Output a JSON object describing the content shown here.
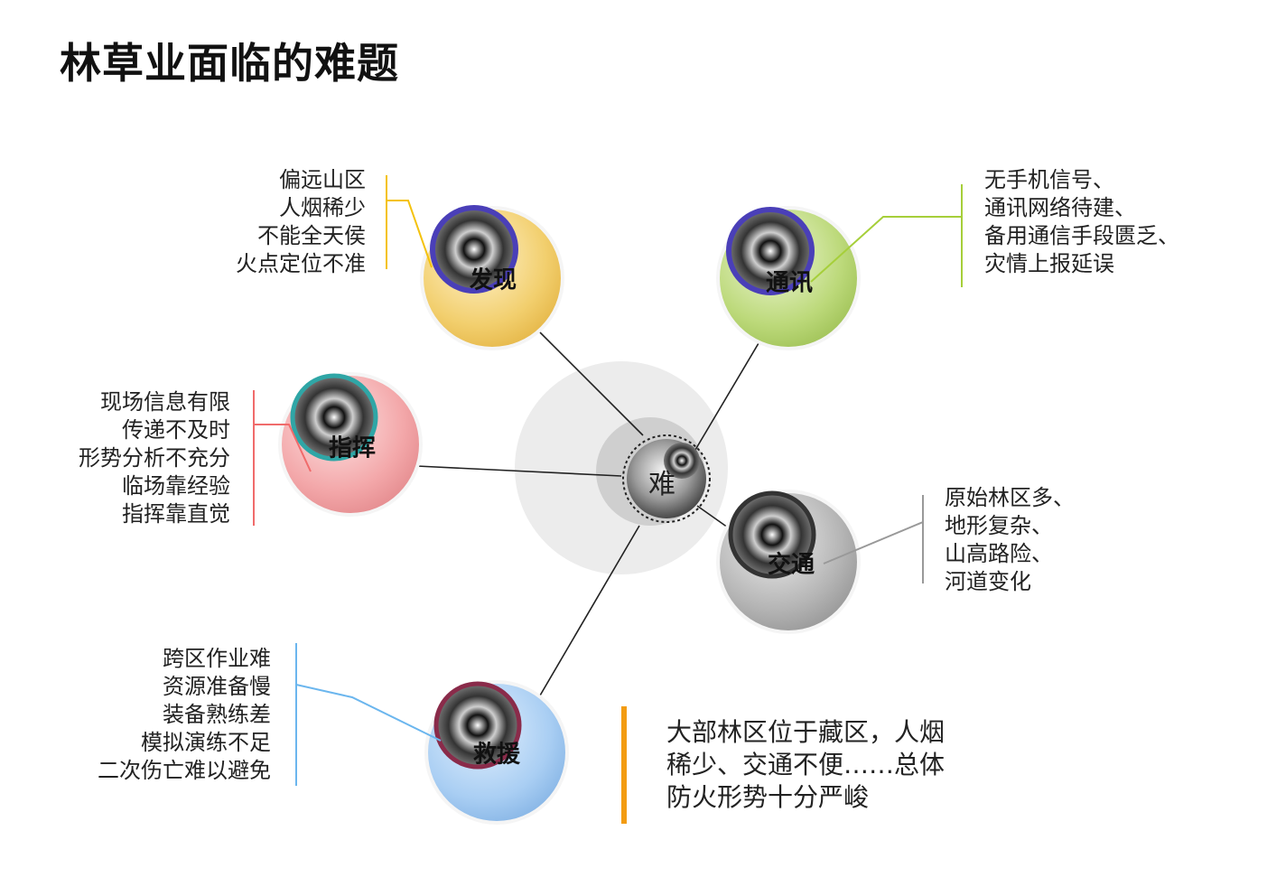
{
  "title": "林草业面临的难题",
  "center": {
    "label": "难"
  },
  "nodes": {
    "discover": {
      "label": "发现",
      "color": "#f2cf6e",
      "notes": [
        "偏远山区",
        "人烟稀少",
        "不能全天侯",
        "火点定位不准"
      ],
      "accent": "#f4c20d"
    },
    "comm": {
      "label": "通讯",
      "color": "#bcd97a",
      "notes": [
        "无手机信号、",
        "通讯网络待建、",
        "备用通信手段匮乏、",
        "灾情上报延误"
      ],
      "accent": "#a6cf3a"
    },
    "command": {
      "label": "指挥",
      "color": "#f3a7a9",
      "notes": [
        "现场信息有限",
        "传递不及时",
        "形势分析不充分",
        "临场靠经验",
        "指挥靠直觉"
      ],
      "accent": "#f06b6b"
    },
    "traffic": {
      "label": "交通",
      "color": "#b5b5b5",
      "notes": [
        "原始林区多、",
        "地形复杂、",
        "山高路险、",
        "河道变化"
      ],
      "accent": "#999999"
    },
    "rescue": {
      "label": "救援",
      "color": "#a9cef3",
      "notes": [
        "跨区作业难",
        "资源准备慢",
        "装备熟练差",
        "模拟演练不足",
        "二次伤亡难以避免"
      ],
      "accent": "#6bb6ee"
    }
  },
  "summary": {
    "lines": [
      "大部林区位于藏区，人烟",
      "稀少、交通不便……总体",
      "防火形势十分严峻"
    ],
    "accent": "#f39c12"
  }
}
